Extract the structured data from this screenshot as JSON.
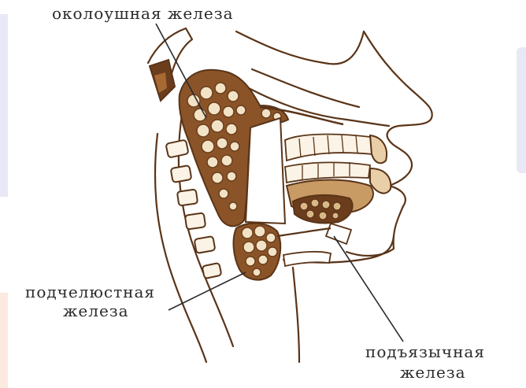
{
  "labels": {
    "parotid": "околоушная железа",
    "submandibular_line1": "подчелюстная",
    "submandibular_line2": "железа",
    "sublingual_line1": "подъязычная",
    "sublingual_line2": "железа"
  },
  "colors": {
    "gland_dark": "#6b3d1c",
    "gland_mid": "#a86a34",
    "gland_light": "#f2e2c6",
    "outline": "#5a3418",
    "tissue": "#fbf3e6",
    "text": "#2a2a2a",
    "panel": "#e8e8f6"
  }
}
